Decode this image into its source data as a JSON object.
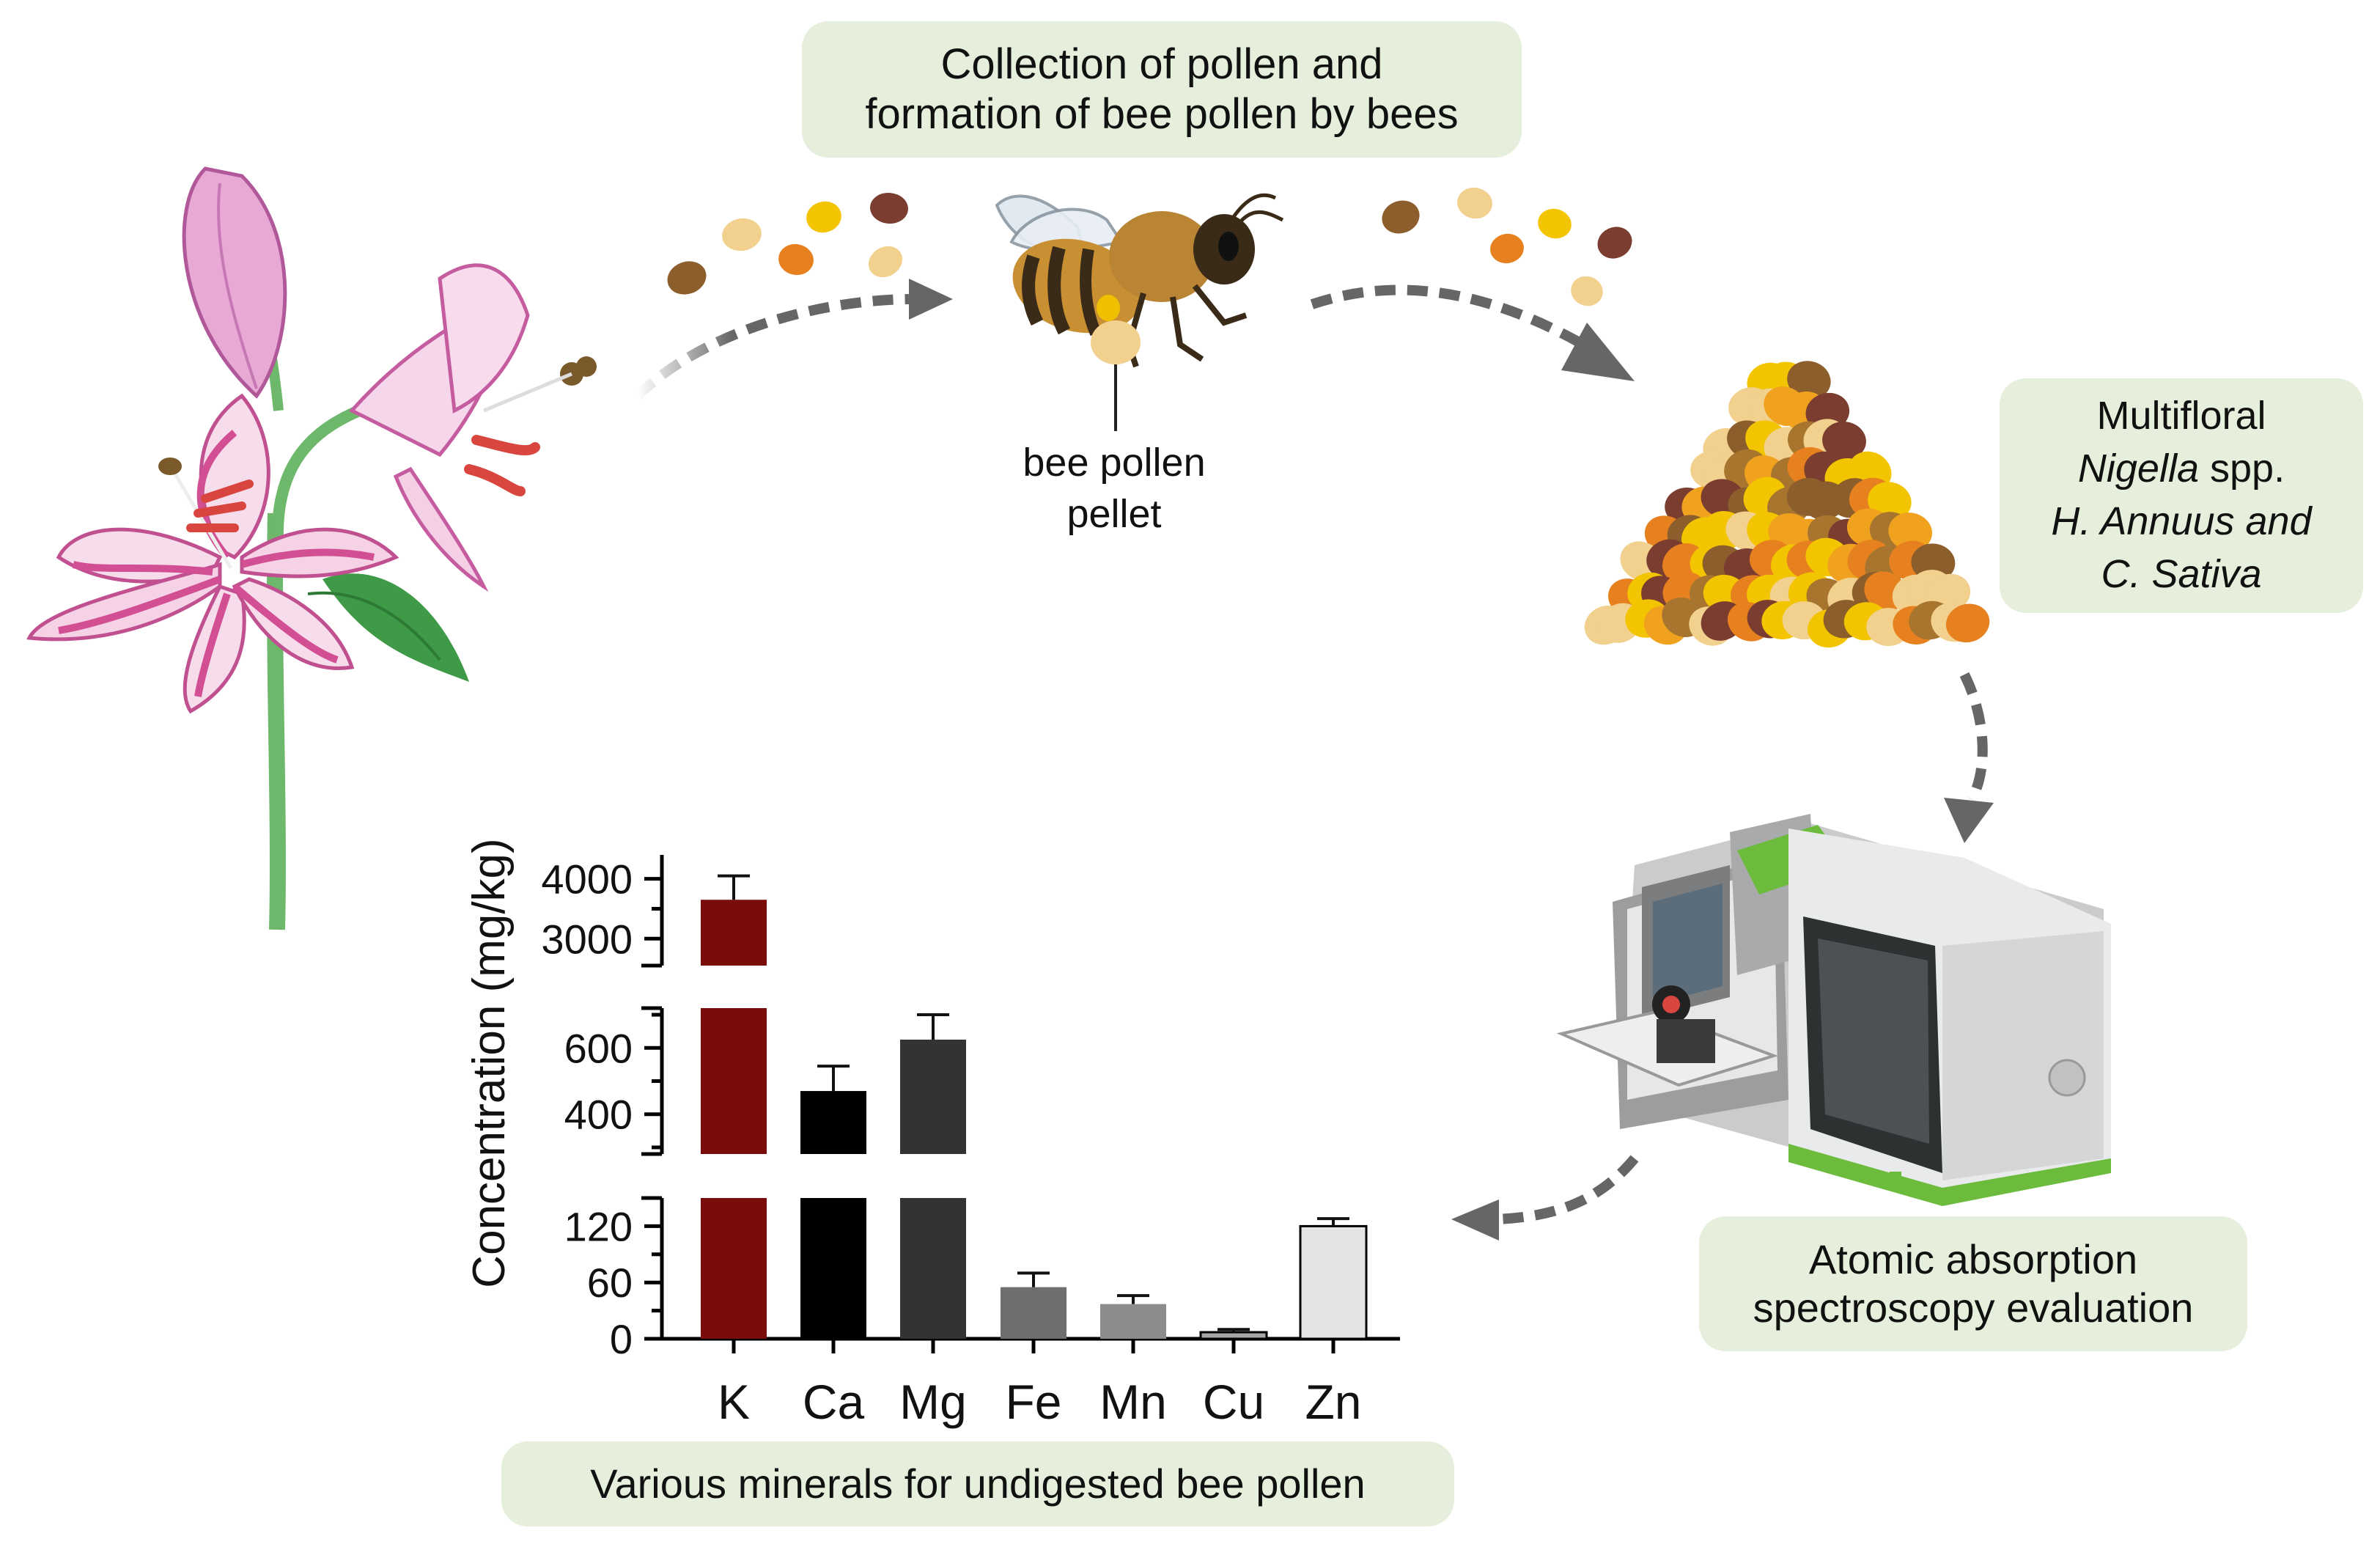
{
  "top_box": {
    "line1": "Collection of pollen and",
    "line2": "formation of bee pollen by bees"
  },
  "pellet_label": {
    "line1": "bee pollen",
    "line2": "pellet"
  },
  "sources_box": {
    "line1": "Multifloral",
    "line2_italic": "Nigella",
    "line2_rest": " spp.",
    "line3": "H. Annuus and",
    "line4": "C. Sativa"
  },
  "aas_box": {
    "line1": "Atomic absorption",
    "line2": "spectroscopy evaluation"
  },
  "bottom_box": {
    "text": "Various minerals for undigested bee pollen"
  },
  "colors": {
    "box_fill": "#e5efdb",
    "K": "#7a0c0c",
    "Ca": "#000000",
    "Mg": "#333333",
    "Fe": "#6e6e6e",
    "Mn": "#8c8c8c",
    "Cu": "#a6a6a6",
    "Zn": "#e4e4e4",
    "arrow": "#666666",
    "instrument_accent": "#6cbb3c"
  },
  "chart_data": {
    "type": "bar",
    "ylabel": "Concentration (mg/kg)",
    "categories": [
      "K",
      "Ca",
      "Mg",
      "Fe",
      "Mn",
      "Cu",
      "Zn"
    ],
    "values": [
      3650,
      470,
      625,
      55,
      37,
      7,
      120
    ],
    "errors": [
      400,
      75,
      75,
      15,
      9,
      3,
      8
    ],
    "axis_segments": [
      {
        "ylim": [
          0,
          150
        ],
        "ticks": [
          0,
          60,
          120
        ]
      },
      {
        "ylim": [
          280,
          720
        ],
        "ticks": [
          400,
          600
        ]
      },
      {
        "ylim": [
          2550,
          4400
        ],
        "ticks": [
          3000,
          4000
        ]
      }
    ],
    "grid": false
  }
}
